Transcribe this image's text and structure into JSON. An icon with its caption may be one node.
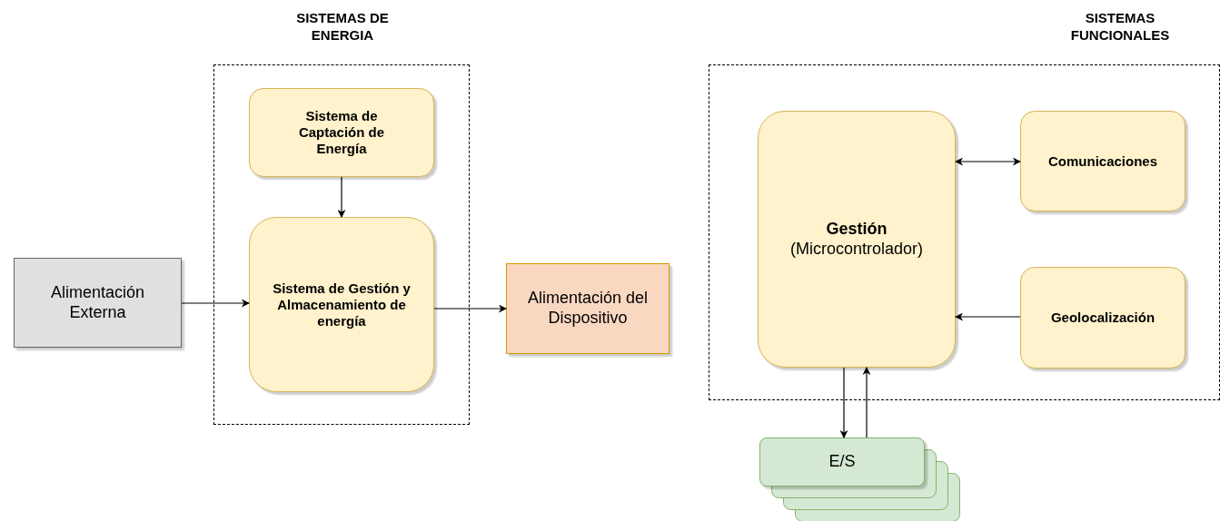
{
  "diagram": {
    "nodes": [
      {
        "text": [
          "SISTEMAS DE ENERGIA"
        ]
      },
      {
        "text": [
          "Sistema de Captación de Energía"
        ],
        "in": 0
      },
      {
        "text": [
          "Sistema de Gestión y Almacenamiento de energía"
        ],
        "in": 0
      },
      {
        "text": [
          "Alimentación Externa"
        ]
      },
      {
        "text": [
          "Alimentación del Dispositivo"
        ]
      },
      {
        "text": [
          "SISTEMAS FUNCIONALES"
        ]
      },
      {
        "text": [
          "Gestión",
          "(Microcontrolador)"
        ],
        "in": 5
      },
      {
        "text": [
          "Comunicaciones"
        ],
        "in": 5
      },
      {
        "text": [
          "Geolocalización"
        ],
        "in": 5
      },
      {
        "text": [
          "E/S"
        ]
      }
    ],
    "edges": [
      {
        "from": 1,
        "to": 2,
        "arrow": "to"
      },
      {
        "from": 3,
        "to": 2,
        "arrow": "to"
      },
      {
        "from": 2,
        "to": 4,
        "arrow": "to"
      },
      {
        "from": 6,
        "to": 7,
        "arrow": "both"
      },
      {
        "from": 8,
        "to": 6,
        "arrow": "to"
      },
      {
        "from": 6,
        "to": 9,
        "arrow": "to"
      },
      {
        "from": 9,
        "to": 6,
        "arrow": "to"
      }
    ]
  }
}
